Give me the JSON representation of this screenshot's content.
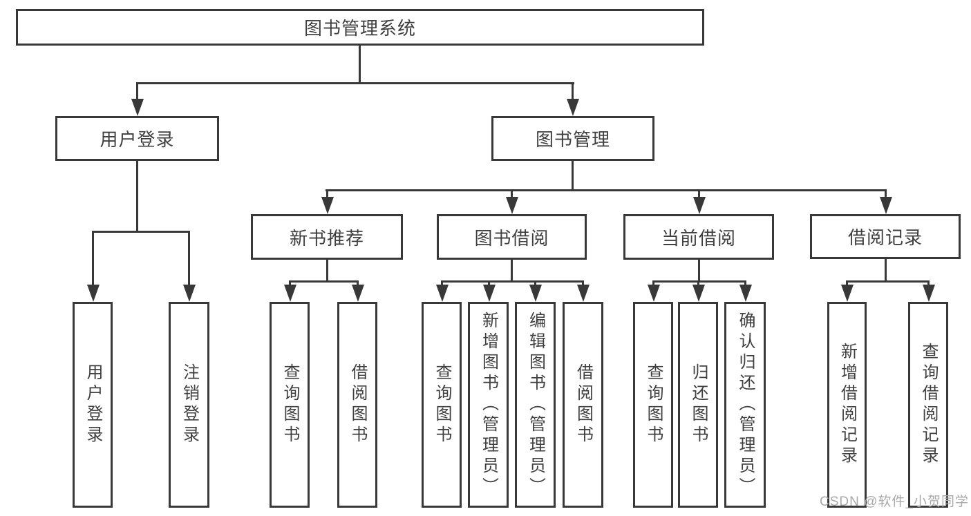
{
  "tree": {
    "label": "图书管理系统",
    "children": [
      {
        "label": "用户登录",
        "children": [
          {
            "label": "用户登录"
          },
          {
            "label": "注销登录"
          }
        ]
      },
      {
        "label": "图书管理",
        "children": [
          {
            "label": "新书推荐",
            "children": [
              {
                "label": "查询图书"
              },
              {
                "label": "借阅图书"
              }
            ]
          },
          {
            "label": "图书借阅",
            "children": [
              {
                "label": "查询图书"
              },
              {
                "label": "新增图书（管理员）"
              },
              {
                "label": "编辑图书（管理员）"
              },
              {
                "label": "借阅图书"
              }
            ]
          },
          {
            "label": "当前借阅",
            "children": [
              {
                "label": "查询图书"
              },
              {
                "label": "归还图书"
              },
              {
                "label": "确认归还（管理员）"
              }
            ]
          },
          {
            "label": "借阅记录",
            "children": [
              {
                "label": "新增借阅记录"
              },
              {
                "label": "查询借阅记录"
              }
            ]
          }
        ]
      }
    ]
  },
  "watermark": {
    "text": "CSDN @软件_小贺同学"
  },
  "colors": {
    "line": "#383838",
    "text": "#3f3f3f",
    "node_background": "#ffffff",
    "watermark": "#a9a9a9"
  }
}
